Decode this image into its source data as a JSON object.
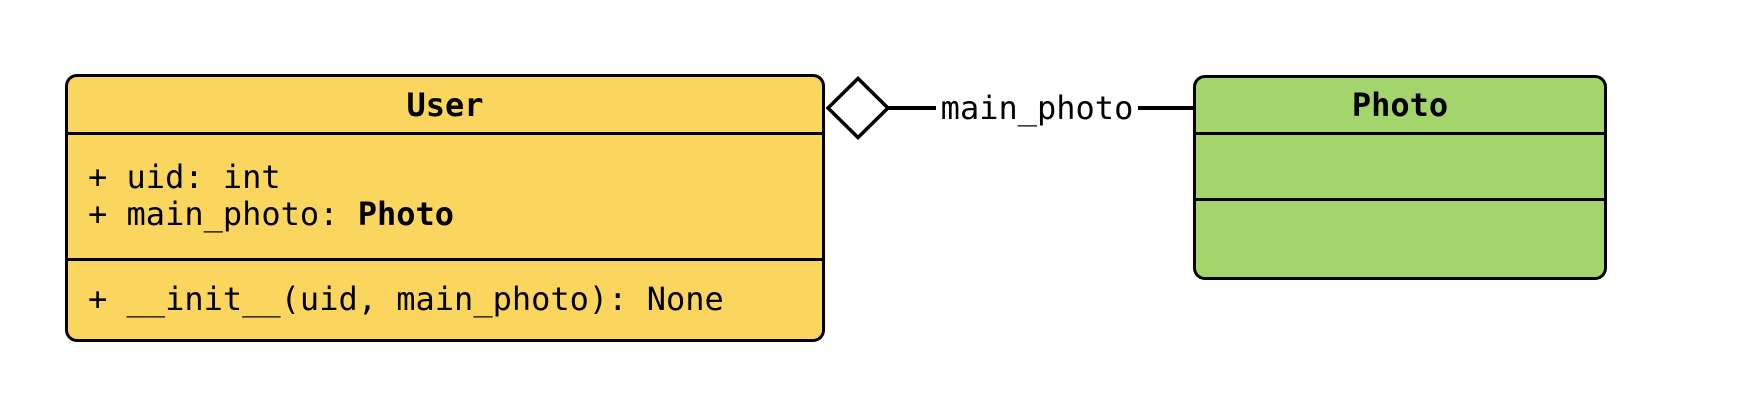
{
  "diagram": {
    "type": "uml-class-diagram",
    "background_color": "#FFFFFF",
    "border_color": "#000000",
    "classes": [
      {
        "name": "User",
        "fill": "#FAD65F",
        "attributes": [
          {
            "text": "+ uid: ",
            "type": "int",
            "type_bold": false
          },
          {
            "text": "+ main_photo: ",
            "type": "Photo",
            "type_bold": true
          }
        ],
        "methods": [
          "+ __init__(uid, main_photo): None"
        ]
      },
      {
        "name": "Photo",
        "fill": "#A4D56C",
        "attributes": [],
        "methods": []
      }
    ],
    "relationship": {
      "type": "aggregation",
      "diamond_style": "hollow",
      "diamond_fill": "#FFFFFF",
      "label": "main_photo",
      "from": "User",
      "to": "Photo"
    }
  }
}
